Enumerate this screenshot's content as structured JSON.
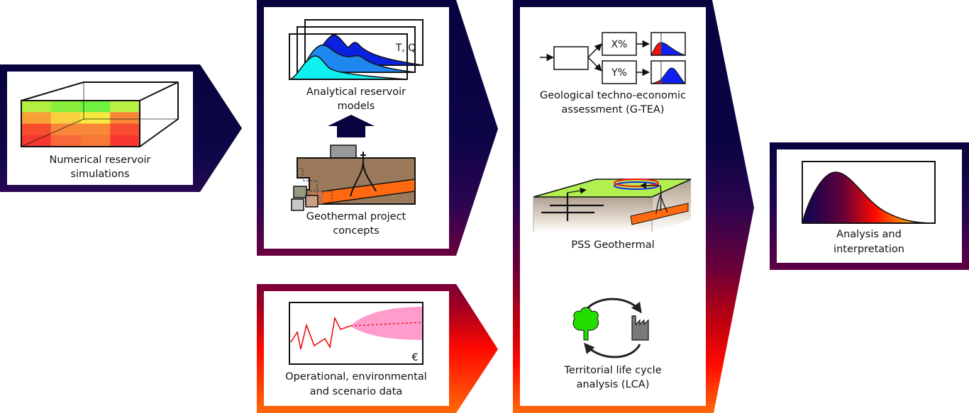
{
  "diagram": {
    "type": "workflow",
    "colors": {
      "navy": "#0b0540",
      "plum": "#5a0040",
      "red": "#ff0a00",
      "orange": "#ff6a00",
      "cell_green": "#78f03c",
      "cell_yellow": "#f8e040",
      "cell_orange": "#f89030",
      "cell_red": "#f03c30",
      "curve_dark_blue": "#0a22e0",
      "curve_mid_blue": "#1e88f0",
      "curve_cyan": "#10f0f0",
      "soil": "#9a7a5a",
      "aquifer": "#ff6a10",
      "pink_band": "#ff9ccc",
      "tree_green": "#22dd00",
      "factory_gray": "#7a7a7a",
      "surface_green": "#b2f050"
    },
    "panels": [
      {
        "id": "numerical",
        "label_lines": [
          "Numerical reservoir",
          "simulations"
        ]
      },
      {
        "id": "analytical",
        "label_lines": [
          "Analytical reservoir",
          "models"
        ],
        "chart_annotation": "T, Q",
        "sub_label_lines": [
          "Geothermal project",
          "concepts"
        ]
      },
      {
        "id": "operational",
        "label_lines": [
          "Operational, environmental",
          "and scenario data"
        ],
        "currency_symbol": "€"
      },
      {
        "id": "assessment",
        "sections": [
          {
            "id": "gtea",
            "label_lines": [
              "Geological techno-economic",
              "assessment (G-TEA)"
            ],
            "branches": [
              "X%",
              "Y%"
            ]
          },
          {
            "id": "pss",
            "label_lines": [
              "PSS Geothermal"
            ]
          },
          {
            "id": "lca",
            "label_lines": [
              "Territorial life cycle",
              "analysis (LCA)"
            ]
          }
        ]
      },
      {
        "id": "analysis",
        "label_lines": [
          "Analysis and",
          "interpretation"
        ]
      }
    ]
  }
}
